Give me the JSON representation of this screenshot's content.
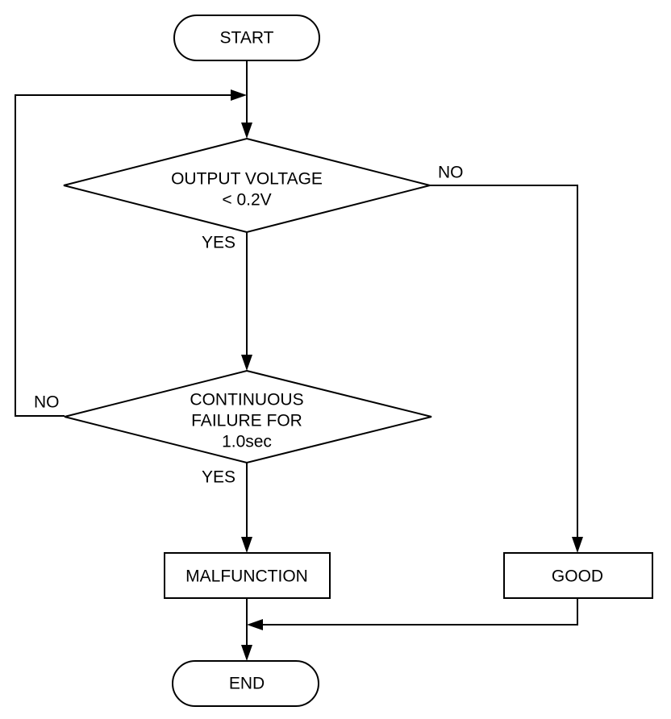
{
  "flowchart": {
    "start": "START",
    "end": "END",
    "decision1": {
      "line1": "OUTPUT VOLTAGE",
      "line2": "< 0.2V"
    },
    "decision2": {
      "line1": "CONTINUOUS",
      "line2": "FAILURE FOR",
      "line3": "1.0sec"
    },
    "malfunction": "MALFUNCTION",
    "good": "GOOD",
    "edges": {
      "d1_yes": "YES",
      "d1_no": "NO",
      "d2_yes": "YES",
      "d2_no": "NO"
    }
  }
}
